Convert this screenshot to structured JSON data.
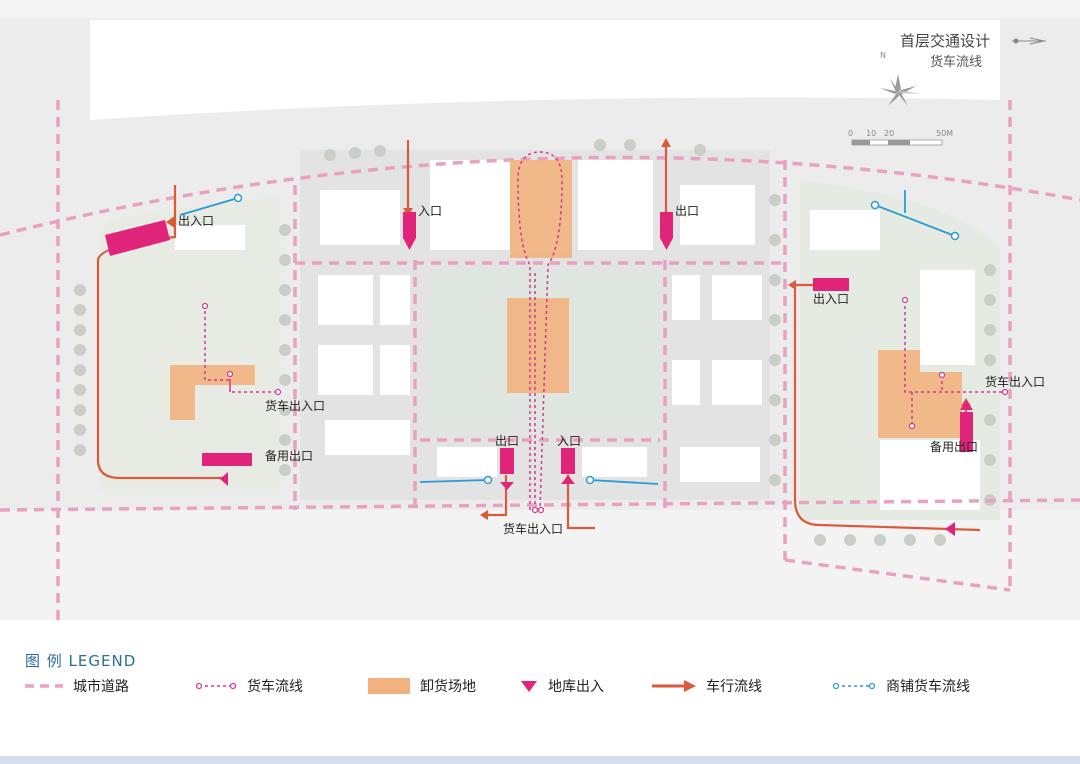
{
  "header": {
    "title": "首层交通设计",
    "subtitle": "货车流线",
    "scale_ticks": [
      "0",
      "10",
      "20",
      "50M"
    ],
    "north_label": "N"
  },
  "labels": {
    "west_entry": "出入口",
    "north_entry": "入口",
    "north_exit": "出口",
    "east_entry": "出入口",
    "west_truck": "货车出入口",
    "west_backup": "备用出口",
    "south_exit": "出口",
    "south_entry": "入口",
    "south_truck": "货车出入口",
    "east_truck": "货车出入口",
    "east_backup": "备用出口"
  },
  "legend": {
    "title": "图  例  LEGEND",
    "items": [
      {
        "label": "城市道路",
        "icon": "pink-dashed-line"
      },
      {
        "label": "货车流线",
        "icon": "magenta-dotted-line"
      },
      {
        "label": "卸货场地",
        "icon": "orange-area"
      },
      {
        "label": "地库出入",
        "icon": "magenta-triangle"
      },
      {
        "label": "车行流线",
        "icon": "orange-arrow"
      },
      {
        "label": "商铺货车流线",
        "icon": "blue-dotted-line"
      }
    ]
  },
  "colors": {
    "city_road": "#e8a1c0",
    "truck_flow": "#d3388e",
    "unloading": "#f2b27f",
    "garage": "#e0247a",
    "vehicle_flow": "#dc5a3c",
    "shop_truck_flow": "#2a9ad6"
  }
}
